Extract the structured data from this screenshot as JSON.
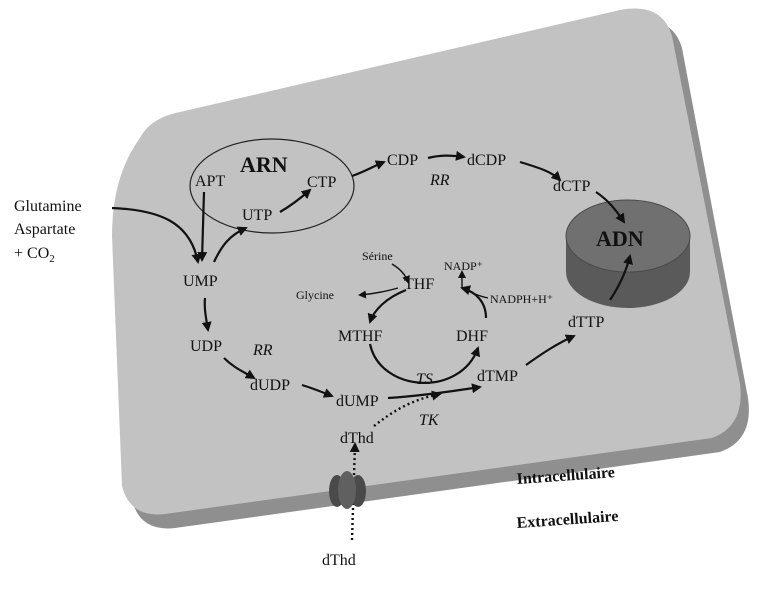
{
  "colors": {
    "cell_fill": "#c2c2c2",
    "cell_shadow": "#8f8f8f",
    "adn_fill": "#707070",
    "adn_side": "#5a5a5a",
    "arrow": "#111111"
  },
  "labels": {
    "arn": "ARN",
    "apt": "APT",
    "ctp": "CTP",
    "utp": "UTP",
    "cdp": "CDP",
    "dcdp": "dCDP",
    "rr_top": "RR",
    "dctp": "dCTP",
    "adn": "ADN",
    "glutamine": "Glutamine",
    "aspartate": "Aspartate",
    "co2_prefix": "+ CO",
    "co2_sub": "2",
    "ump": "UMP",
    "udp": "UDP",
    "rr_mid": "RR",
    "dudp": "dUDP",
    "dump": "dUMP",
    "serine": "Sérine",
    "thf": "THF",
    "nadp": "NADP⁺",
    "nadph": "NADPH+H⁺",
    "glycine": "Glycine",
    "mthf": "MTHF",
    "dhf": "DHF",
    "ts": "TS",
    "dtmp": "dTMP",
    "dttp": "dTTP",
    "tk": "TK",
    "dthd_in": "dThd",
    "dthd_out": "dThd",
    "intracellulaire": "Intracellulaire",
    "extracellulaire": "Extracellulaire"
  }
}
